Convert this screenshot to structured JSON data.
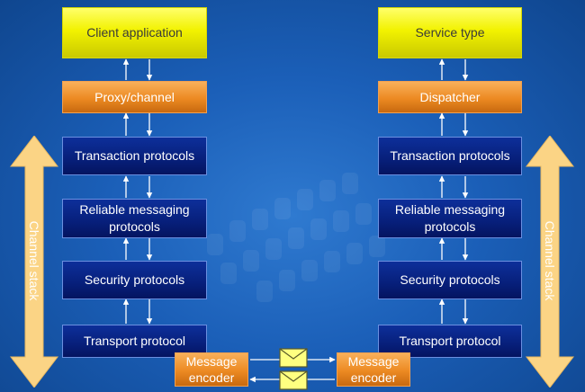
{
  "left_stack": {
    "top": "Client application",
    "mid": "Proxy/channel",
    "layers": [
      "Transaction protocols",
      "Reliable messaging protocols",
      "Security protocols",
      "Transport protocol"
    ],
    "encoder": "Message encoder"
  },
  "right_stack": {
    "top": "Service type",
    "mid": "Dispatcher",
    "layers": [
      "Transaction protocols",
      "Reliable messaging protocols",
      "Security protocols",
      "Transport protocol"
    ],
    "encoder": "Message encoder"
  },
  "channel_stack_label": "Channel stack",
  "colors": {
    "background": "#1b5fb8",
    "host_box": "#f2f200",
    "adapter_box": "#ec8a22",
    "protocol_box": "#071f7a",
    "side_arrow": "#fbd485",
    "envelope": "#ffff80"
  }
}
